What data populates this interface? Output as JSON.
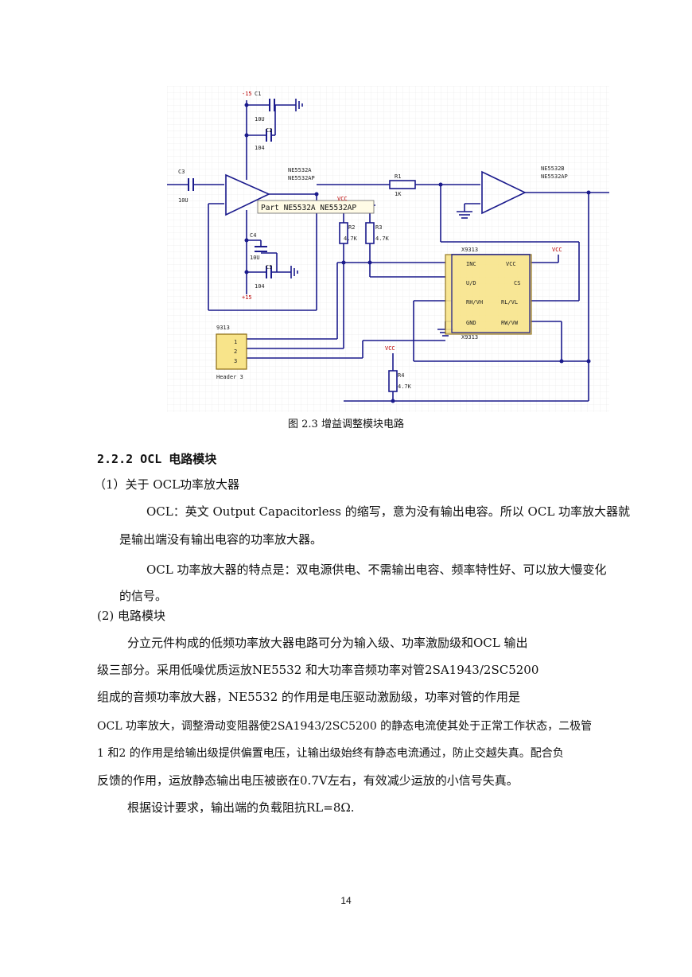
{
  "figure": {
    "caption": "图 2.3 增益调整模块电路",
    "labels": {
      "neg15": "-15",
      "c1": "C1",
      "c1_val": "10U",
      "c2": "C2",
      "c2_val": "104",
      "c3": "C3",
      "c3_val": "10U",
      "u1a": "NE5532A",
      "u1a_part": "NE5532AP",
      "u1b": "NE5532B",
      "u1b_part": "NE5532AP",
      "r1": "R1",
      "r1_val": "1K",
      "c4": "C4",
      "c4_val": "10U",
      "c5": "C5",
      "c5_val": "104",
      "pos15": "+15",
      "vcc1": "VCC",
      "vcc2": "VCC",
      "vcc3": "VCC",
      "r2": "R2",
      "r2_val": "4.7K",
      "r3": "R3",
      "r3_val": "4.7K",
      "r4": "R4",
      "r4_val": "4.7K",
      "tooltip": "Part NE5532A NE5532AP",
      "x9313": "X9313",
      "x9313_bottom": "X9313",
      "pin_inc": "INC",
      "pin_ud": "U/D",
      "pin_rh": "RH/VH",
      "pin_gnd": "GND",
      "pin_vcc": "VCC",
      "pin_cs": "CS",
      "pin_rl": "RL/VL",
      "pin_rw": "RW/VW",
      "header_ref": "9313",
      "header_name": "Header 3",
      "h1": "1",
      "h2": "2",
      "h3": "3"
    }
  },
  "heading": "2.2.2 OCL 电路模块",
  "paragraphs": [
    "（1）关于 OCL功率放大器",
    "OCL：英文 Output Capacitorless 的缩写，意为没有输出电容。所以 OCL 功率放大器就",
    "是输出端没有输出电容的功率放大器。",
    "OCL 功率放大器的特点是：双电源供电、不需输出电容、频率特性好、可以放大慢变化",
    "的信号。",
    "(2) 电路模块",
    "分立元件构成的低频功率放大器电路可分为输入级、功率激励级和OCL 输出",
    "级三部分。采用低噪优质运放NE5532 和大功率音频功率对管2SA1943/2SC5200",
    "组成的音频功率放大器，NE5532 的作用是电压驱动激励级，功率对管的作用是",
    "OCL 功率放大，调整滑动变阻器使2SA1943/2SC5200 的静态电流使其处于正常工作状态，二极管",
    "1 和2 的作用是给输出级提供偏置电压，让输出级始终有静态电流通过，防止交越失真。配合负",
    "反馈的作用，运放静态输出电压被嵌在0.7V左右，有效减少运放的小信号失真。",
    "根据设计要求，输出端的负载阻抗RL=8Ω."
  ],
  "page_number": "14"
}
